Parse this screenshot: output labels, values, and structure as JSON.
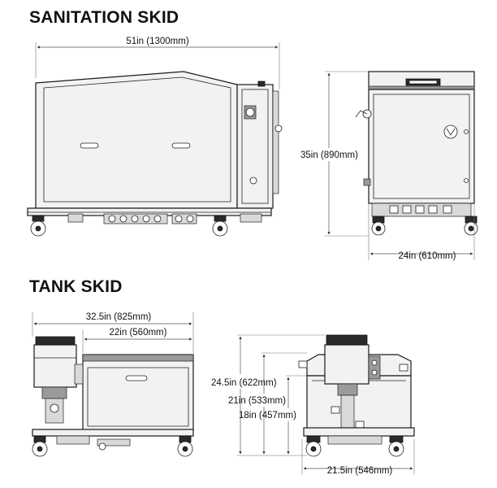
{
  "headings": {
    "sanitation": "SANITATION SKID",
    "tank": "TANK SKID"
  },
  "dimensions": {
    "sanitation_width": "51in (1300mm)",
    "sanitation_height": "35in (890mm)",
    "sanitation_depth": "24in (610mm)",
    "tank_overall_width": "32.5in (825mm)",
    "tank_body_width": "22in (560mm)",
    "tank_height_motor": "24.5in (622mm)",
    "tank_height_body": "21in (533mm)",
    "tank_height_base": "18in (457mm)",
    "tank_depth": "21.5in (546mm)"
  }
}
